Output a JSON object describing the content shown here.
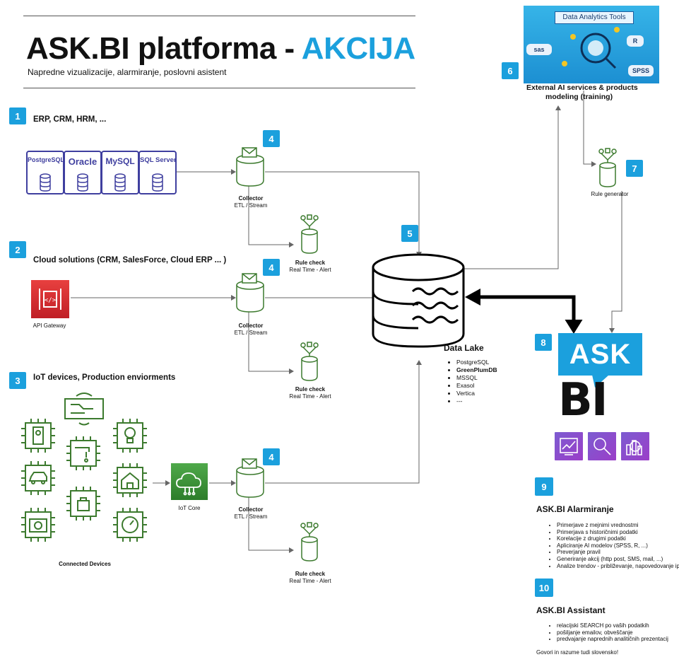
{
  "header": {
    "title_main": "ASK.BI platforma -",
    "title_accent": "AKCIJA",
    "subtitle": "Napredne vizualizacije, alarmiranje, poslovni asistent"
  },
  "colors": {
    "accent": "#1ba0dd",
    "db_blue": "#3f3f9f",
    "aws_green": "#3c7a2e",
    "aws_red": "#d13239",
    "purple": "#8a4fd0"
  },
  "sections": {
    "s1": {
      "num": "1",
      "title": "ERP, CRM, HRM, ..."
    },
    "s2": {
      "num": "2",
      "title": "Cloud solutions (CRM, SalesForce, Cloud ERP ... )"
    },
    "s3": {
      "num": "3",
      "title": "IoT devices, Production enviorments"
    }
  },
  "databases": [
    "PostgreSQL",
    "Oracle",
    "MySQL",
    "SQL Server"
  ],
  "cloud": {
    "api_gateway": "API Gateway"
  },
  "iot": {
    "core": "IoT Core",
    "devices": "Connected Devices"
  },
  "collector": {
    "num": "4",
    "title": "Collector",
    "sub": "ETL / Stream"
  },
  "rulecheck": {
    "title": "Rule check",
    "sub": "Real Time - Alert"
  },
  "datalake": {
    "num": "5",
    "title": "Data Lake",
    "items": [
      "PostgreSQL",
      "GreenPlumDB",
      "MSSQL",
      "Exasol",
      "Vertica",
      "---"
    ]
  },
  "external": {
    "num": "6",
    "image_title": "Data Analytics Tools",
    "image_labels": [
      "sas",
      "R",
      "SPSS"
    ],
    "caption_line1": "External AI services & products",
    "caption_line2": "modeling (training)"
  },
  "rulegen": {
    "num": "7",
    "label": "Rule generator"
  },
  "askbi": {
    "num": "8",
    "ask": "ASK",
    "bi": "BI"
  },
  "alarm": {
    "num": "9",
    "title": "ASK.BI Alarmiranje",
    "items": [
      "Primerjave z mejnimi vrednostmi",
      "Primerjava s historičnimi podatki",
      "Korelacije z drugimi podatki",
      "Apliciranje AI modelov (SPSS, R, ...)",
      "Preverjanje pravil",
      "Generiranje akcij (http post, SMS, mail, ...)",
      "Analize trendov - približevanje, napovedovanje ip"
    ]
  },
  "assistant": {
    "num": "10",
    "title": "ASK.BI Assistant",
    "items": [
      "relacijski SEARCH po vaših podatkih",
      "pošiljanje emailov, obveščanje",
      "predvajanje naprednih analitičnih prezentacij"
    ],
    "closing": "Govori in razume tudi slovensko!"
  }
}
